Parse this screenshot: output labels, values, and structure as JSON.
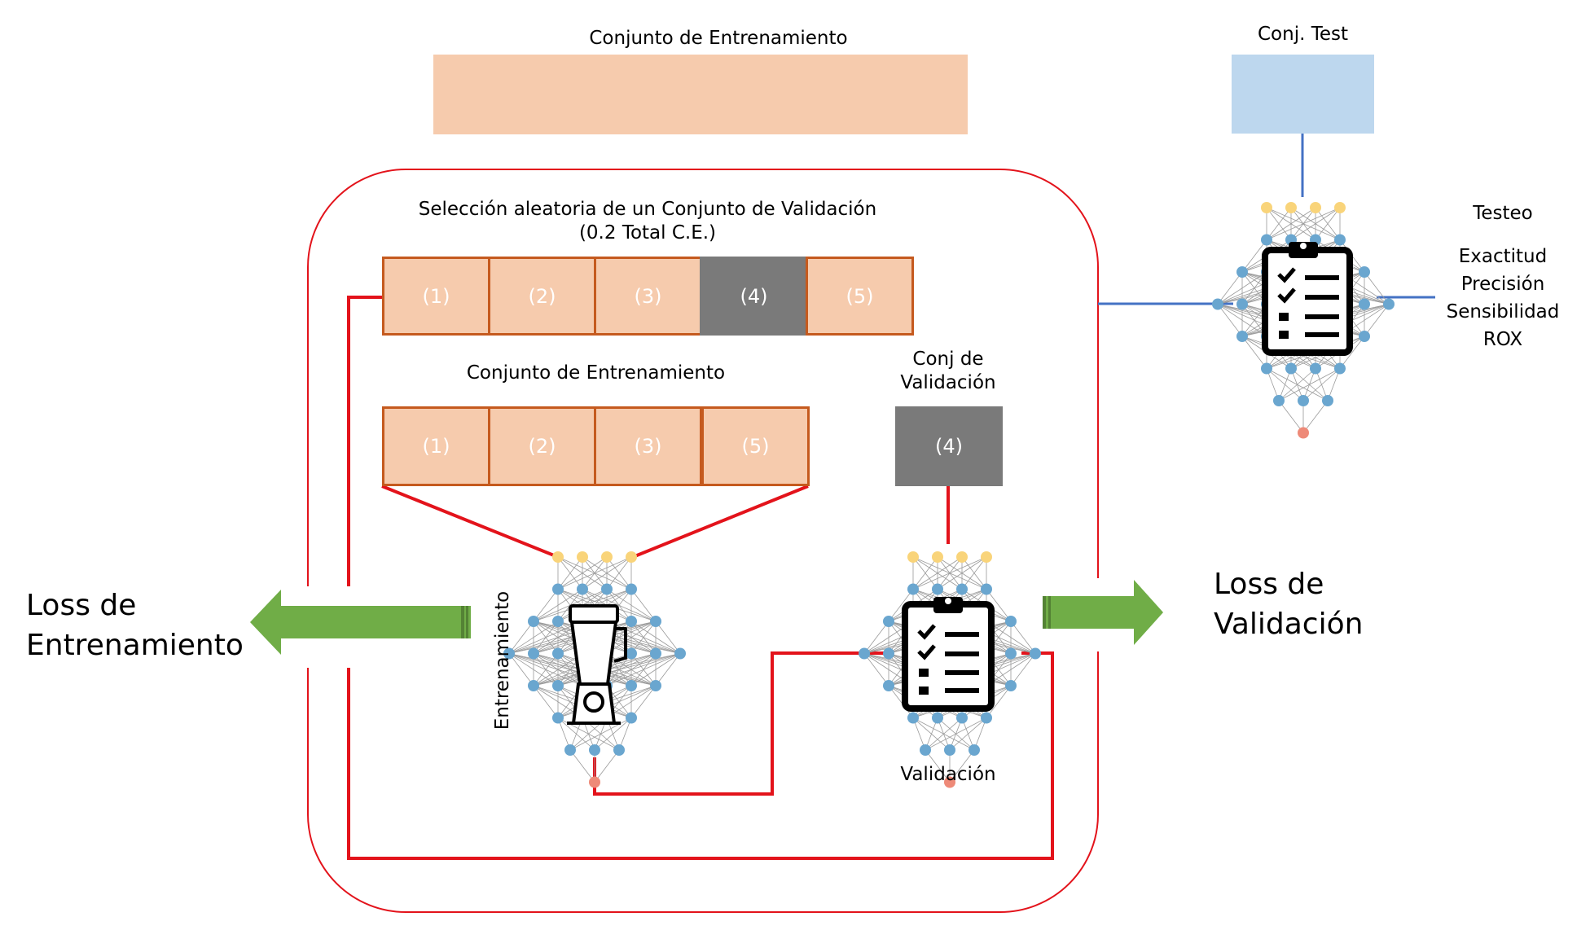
{
  "top": {
    "training_set_title": "Conjunto de Entrenamiento",
    "test_set_title": "Conj. Test"
  },
  "loop": {
    "selection_title_line1": "Selección aleatoria de un Conjunto de Validación",
    "selection_title_line2": "(0.2 Total C.E.)",
    "folds": [
      "(1)",
      "(2)",
      "(3)",
      "(4)",
      "(5)"
    ],
    "selected_fold": "(4)",
    "training_subset_title": "Conjunto de Entrenamiento",
    "training_subset_folds": [
      "(1)",
      "(2)",
      "(3)",
      "(5)"
    ],
    "validation_subset_title_line1": "Conj de",
    "validation_subset_title_line2": "Validación",
    "validation_subset_fold": "(4)",
    "training_label": "Entrenamiento",
    "validation_label": "Validación"
  },
  "outputs": {
    "training_loss_line1": "Loss de",
    "training_loss_line2": "Entrenamiento",
    "validation_loss_line1": "Loss de",
    "validation_loss_line2": "Validación"
  },
  "testing": {
    "title": "Testeo",
    "metrics": [
      "Exactitud",
      "Precisión",
      "Sensibilidad",
      "ROX"
    ]
  },
  "colors": {
    "training_fill": "#f6cbad",
    "training_border": "#c55a1e",
    "validation_fill": "#7a7a7a",
    "test_fill": "#bdd7ee",
    "loop_line": "#e3131b",
    "test_line": "#4472c4",
    "arrow_fill": "#70ad47",
    "node_blue": "#6aa6cf",
    "node_yellow": "#f9d47a",
    "node_output": "#ee8a78"
  }
}
